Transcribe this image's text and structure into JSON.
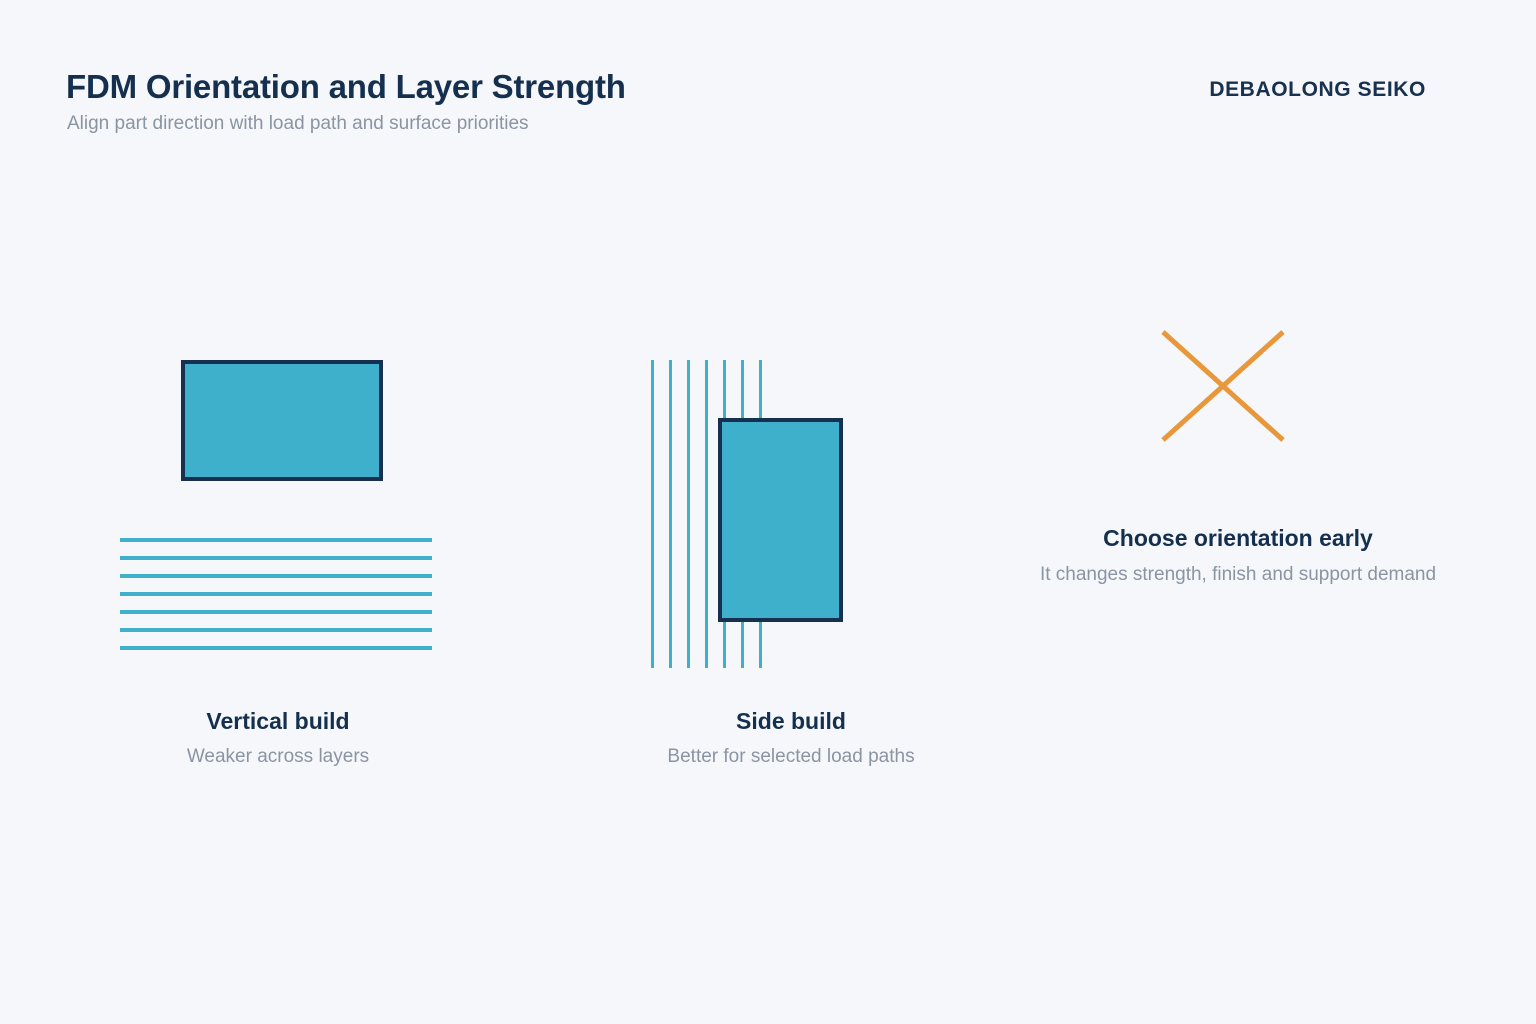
{
  "header": {
    "title": "FDM Orientation and Layer Strength",
    "subtitle": "Align part direction with load path and surface priorities",
    "brand": "DEBAOLONG SEIKO"
  },
  "panels": [
    {
      "id": "vertical-build",
      "title": "Vertical build",
      "subtitle": "Weaker across layers",
      "layer_line_count": 7,
      "layer_line_orientation": "horizontal"
    },
    {
      "id": "side-build",
      "title": "Side build",
      "subtitle": "Better for selected load paths",
      "layer_line_count": 7,
      "layer_line_orientation": "vertical"
    }
  ],
  "callout": {
    "icon": "x-mark-icon",
    "title": "Choose orientation early",
    "subtitle": "It changes strength, finish and support demand"
  },
  "colors": {
    "background": "#f5f7fa",
    "ink": "#15304f",
    "muted": "#8b94a3",
    "teal": "#3fb0cb",
    "outline": "#17304f",
    "accent_orange": "#e8983b"
  }
}
